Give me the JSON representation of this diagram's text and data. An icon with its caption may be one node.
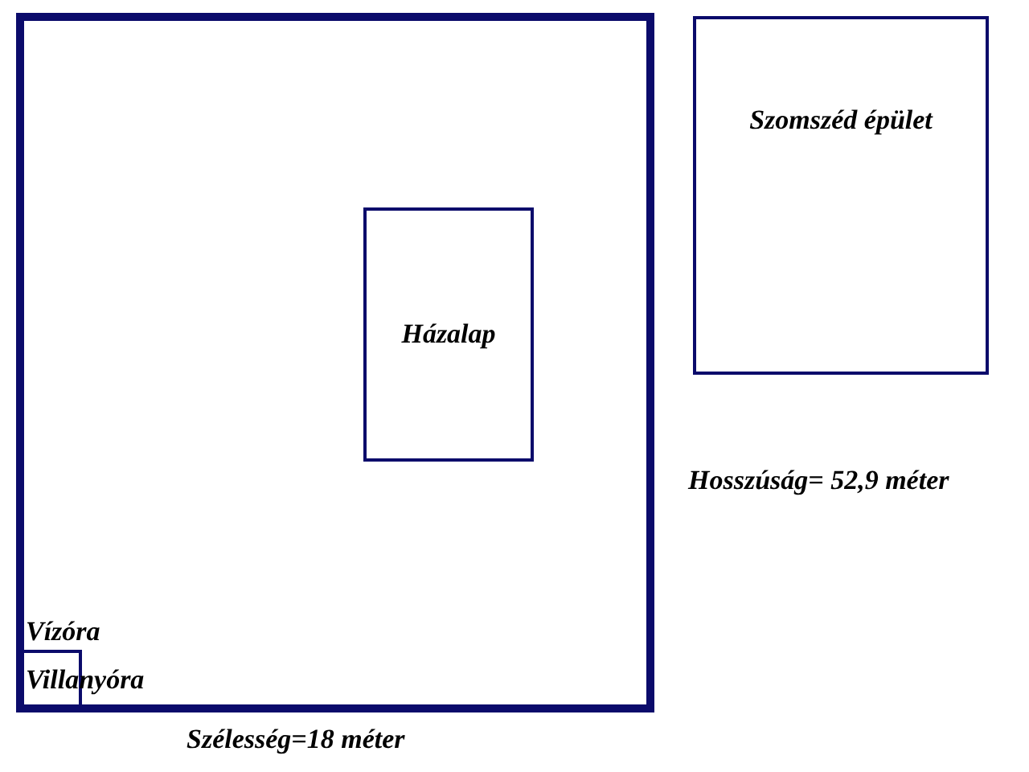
{
  "diagram": {
    "nodes": [
      {
        "text": [],
        "shape": "box"
      },
      {
        "text": [
          "Házalap"
        ],
        "in": 0
      },
      {
        "text": [
          "Szomszéd épület"
        ]
      },
      {
        "text": [],
        "shape": "box",
        "in": 0
      }
    ],
    "edges": [],
    "labels": [
      "Hosszúság= 52,9 méter",
      "Vízóra",
      "Villanyóra",
      "Szélesség=18 méter"
    ]
  }
}
